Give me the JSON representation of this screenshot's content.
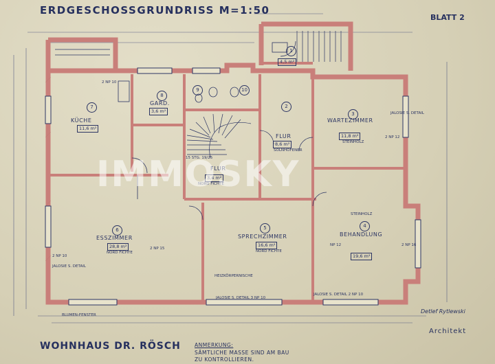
{
  "title": "ERDGESCHOSSGRUNDRISS M=1:50",
  "sheet": "BLATT 2",
  "project": "WOHNHAUS DR. RÖSCH",
  "note": {
    "heading": "ANMERKUNG:",
    "line1": "SÄMTLICHE MASSE SIND AM BAU",
    "line2": "ZU KONTROLLIEREN."
  },
  "architect": {
    "name": "Detlef Rytlewski",
    "title": "Architekt"
  },
  "watermark": "IMMOSKY",
  "stair": "15 STG. 19/25",
  "rooms": [
    {
      "no": "7",
      "name": "KÜCHE",
      "area": "11,6 m²"
    },
    {
      "no": "8",
      "name": "GARD.",
      "area": "3,6 m²"
    },
    {
      "no": "9"
    },
    {
      "no": "10"
    },
    {
      "no": "1",
      "area": "4,5 m²"
    },
    {
      "no": "2",
      "name": "FLUR",
      "area": "8,6 m²",
      "floor": "SOLNHOFENER"
    },
    {
      "no": "3",
      "name": "WARTEZIMMER",
      "area": "11,8 m²",
      "floor": "STEINHOLZ"
    },
    {
      "name": "FLUR",
      "area": "3,4 m²",
      "floor": "NORD FICHTE"
    },
    {
      "no": "6",
      "name": "ESSZIMMER",
      "area": "28,8 m²",
      "floor": "NORD FICHTE"
    },
    {
      "no": "5",
      "name": "SPRECHZIMMER",
      "area": "16,6 m²",
      "floor": "NORD FICHTE"
    },
    {
      "no": "4",
      "name": "BEHANDLUNG",
      "area": "19,6 m²",
      "floor": "STEINHOLZ"
    }
  ],
  "labels": {
    "np10_west": "2 NP 10",
    "jalousie_west": "JALOSIE S. DETAIL",
    "np12_behandlung": "NP 12",
    "jalousie_east": "JALOSIE S. DETAIL",
    "np12_east": "2 NP 12",
    "np16": "2 NP 16",
    "niche": "HEIZKÖRPERNISCHE",
    "jalousie_south": "JALOSIE S. DETAIL 3 NP 10",
    "jalousie_se": "JALOSIE S. DETAIL  2 NP 10",
    "blumenfenster": "BLUMEN-FENSTER",
    "np15": "2 NP 15",
    "np10_kueche": "2 NP 10"
  }
}
